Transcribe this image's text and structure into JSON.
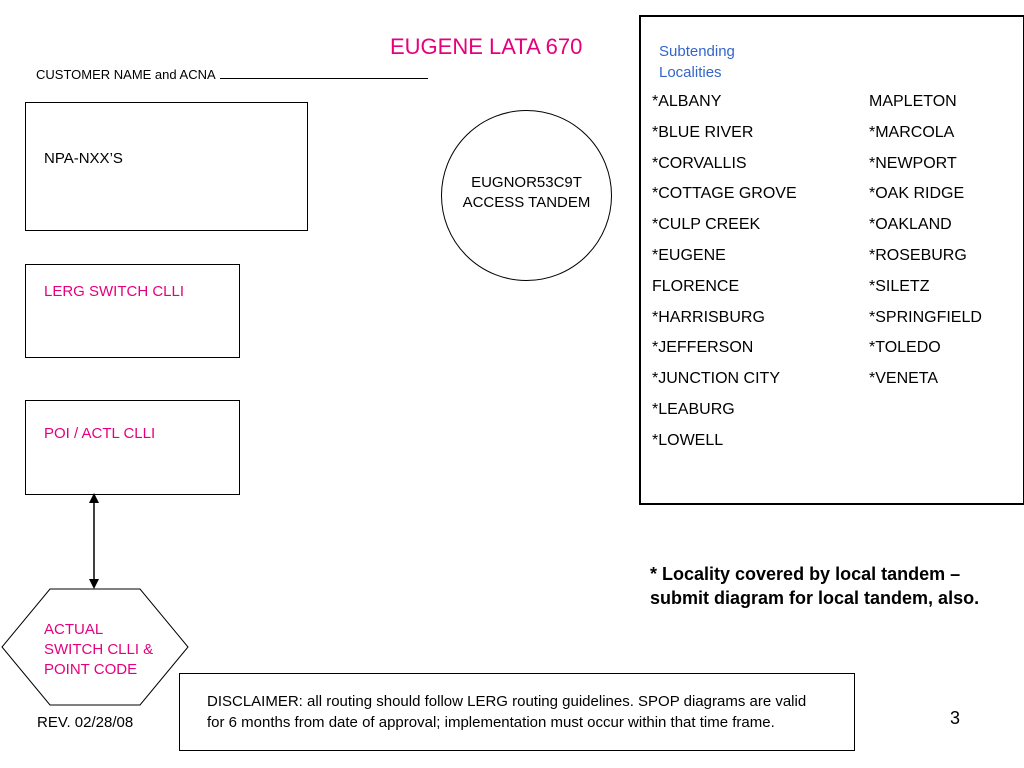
{
  "title": "EUGENE LATA 670",
  "customer_label": "CUSTOMER NAME and ACNA",
  "boxes": {
    "npa": "NPA-NXX’S",
    "lerg": "LERG SWITCH CLLI",
    "poi": "POI / ACTL CLLI",
    "tandem": [
      "EUGNOR53C9T",
      "ACCESS TANDEM"
    ],
    "actual_switch": [
      "ACTUAL",
      "SWITCH CLLI &",
      "POINT CODE"
    ]
  },
  "localities": {
    "heading": "Subtending Localities",
    "column1": [
      "*ALBANY",
      "*BLUE RIVER",
      "*CORVALLIS",
      "*COTTAGE GROVE",
      "*CULP CREEK",
      "*EUGENE",
      "FLORENCE",
      "*HARRISBURG",
      "*JEFFERSON",
      "*JUNCTION CITY",
      "*LEABURG",
      "*LOWELL"
    ],
    "column2": [
      "MAPLETON",
      "*MARCOLA",
      "*NEWPORT",
      "*OAK RIDGE",
      "*OAKLAND",
      "*ROSEBURG",
      "*SILETZ",
      "*SPRINGFIELD",
      "*TOLEDO",
      "*VENETA"
    ]
  },
  "footnote": "* Locality covered by local tandem – submit diagram for local tandem, also.",
  "disclaimer": "DISCLAIMER: all routing should follow LERG routing guidelines. SPOP diagrams are valid for 6 months from date of approval; implementation must occur within that time frame.",
  "revision": "REV. 02/28/08",
  "page_number": "3",
  "colors": {
    "title": "#e6007e",
    "label_pink": "#e6007e",
    "heading_blue": "#3366cc"
  }
}
